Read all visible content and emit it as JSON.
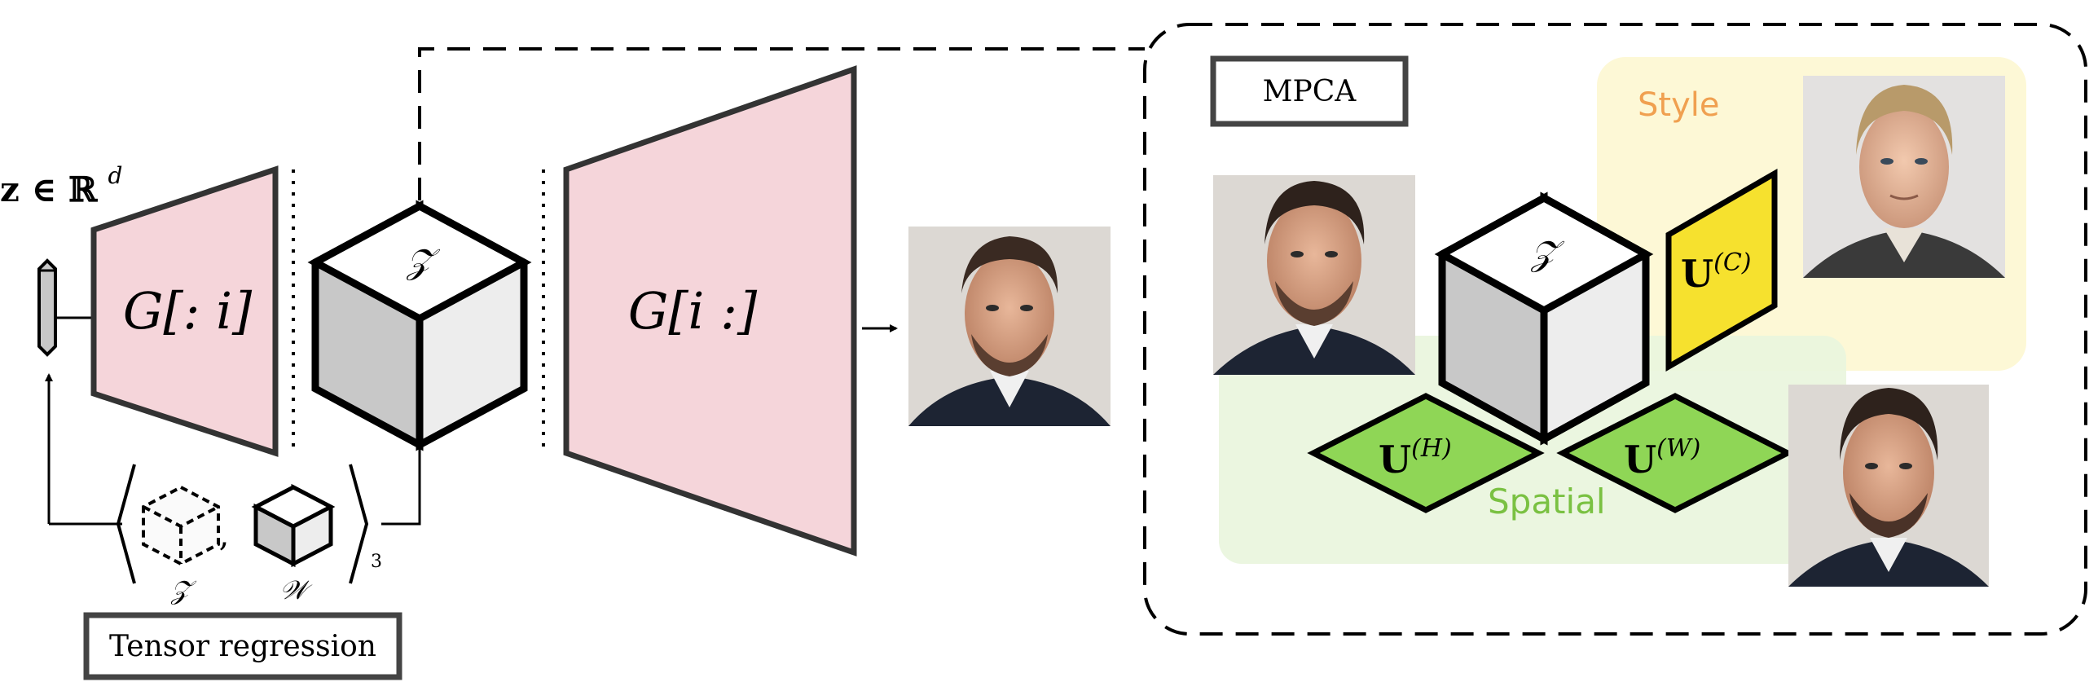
{
  "labels": {
    "z_vector": "z ∈ ℝ",
    "z_vector_sup": "d",
    "g_first": "G[: i]",
    "g_second": "G[i :]",
    "tensor_main": "𝒵",
    "tensor_mpca": "𝒵",
    "regression_z": "𝒵",
    "regression_w": "𝒲",
    "regression_subscript": "3",
    "regression_comma": ",",
    "tensor_regression_box": "Tensor regression",
    "mpca_box": "MPCA",
    "style_region": "Style",
    "spatial_region": "Spatial",
    "factor_c": "U",
    "factor_c_sup": "(C)",
    "factor_h": "U",
    "factor_h_sup": "(H)",
    "factor_w": "U",
    "factor_w_sup": "(W)"
  },
  "images": {
    "generated_face": "portrait-face",
    "mpca_input_face": "portrait-face",
    "style_edited_face": "portrait-face-style",
    "spatial_edited_face": "portrait-face-spatial"
  },
  "colors": {
    "generator_fill": "#f5d5da",
    "style_region_fill": "#fdf8d6",
    "style_text": "#f0a050",
    "spatial_region_fill": "#e9f5dd",
    "spatial_text": "#7ac142",
    "factor_c_fill": "#f6e12e",
    "factor_hw_fill": "#8fd656",
    "cube_top": "#ffffff",
    "cube_left": "#c8c8c8",
    "cube_right": "#ededed"
  }
}
